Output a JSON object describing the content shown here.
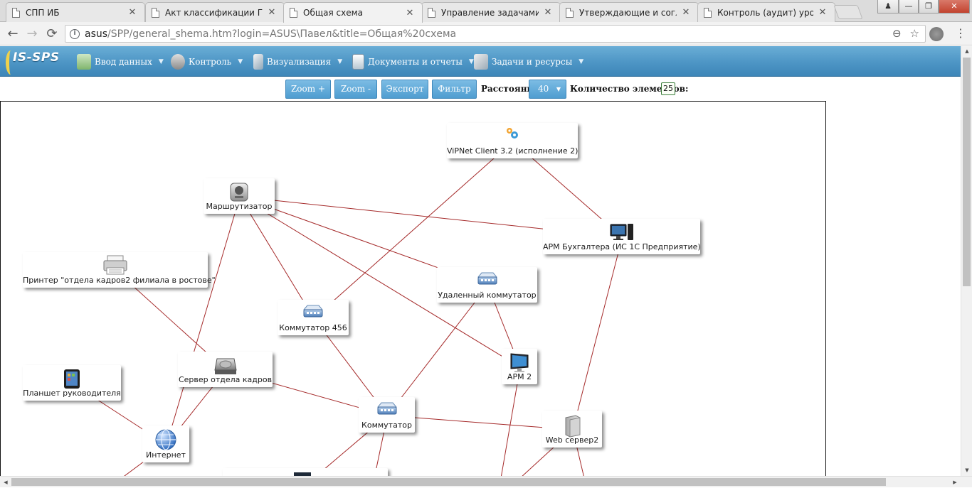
{
  "browser": {
    "tabs": [
      {
        "label": "СПП ИБ",
        "close": "✕"
      },
      {
        "label": "Акт классификации ГИС",
        "close": "✕"
      },
      {
        "label": "Общая схема",
        "close": "✕"
      },
      {
        "label": "Управление задачами",
        "close": "✕"
      },
      {
        "label": "Утверждающие и согла",
        "close": "✕"
      },
      {
        "label": "Контроль (аудит) уровн",
        "close": "✕"
      }
    ],
    "active_tab": 2,
    "url_host": "asus",
    "url_rest": "/SPP/general_shema.htm?login=ASUS\\Павел&title=Общая%20схема",
    "nav": {
      "back": "←",
      "forward": "→",
      "reload": "⟳",
      "info": "i",
      "zoom": "⊖",
      "star": "☆",
      "menu": "⋮"
    },
    "window": {
      "user": "♟",
      "minimize": "—",
      "restore": "❐",
      "close": "✕"
    }
  },
  "app": {
    "logo_text": "IS-SPS",
    "menu": [
      {
        "label": "Ввод данных",
        "icon": "clipboard-icon",
        "caret": "▼"
      },
      {
        "label": "Контроль",
        "icon": "users-icon",
        "caret": "▼"
      },
      {
        "label": "Визуализация",
        "icon": "pen-icon",
        "caret": "▼"
      },
      {
        "label": "Документы и отчеты",
        "icon": "document-icon",
        "caret": "▼"
      },
      {
        "label": "Задачи и ресурсы",
        "icon": "tasks-icon",
        "caret": "▼"
      }
    ]
  },
  "toolbar": {
    "zoom_in": "Zoom +",
    "zoom_out": "Zoom -",
    "export": "Экспорт",
    "filter": "Фильтр",
    "distance_label": "Расстояние:",
    "distance_value": "40",
    "distance_caret": "▼",
    "count_label": "Количество элементов:",
    "count_value": "25"
  },
  "diagram": {
    "nodes": [
      {
        "id": "vipnet",
        "label": "ViPNet Client 3.2 (исполнение 2)",
        "icon": "gears-icon"
      },
      {
        "id": "router",
        "label": "Маршрутизатор",
        "icon": "router-icon"
      },
      {
        "id": "arm_buh",
        "label": "АРМ Бухгалтера (ИС 1С Предприятие)",
        "icon": "computer-icon"
      },
      {
        "id": "printer",
        "label": "Принтер \"отдела кадров2 филиала в ростове\"",
        "icon": "printer-icon"
      },
      {
        "id": "remote_switch",
        "label": "Удаленный коммутатор",
        "icon": "switch-icon"
      },
      {
        "id": "switch456",
        "label": "Коммутатор 456",
        "icon": "switch-icon"
      },
      {
        "id": "arm2",
        "label": "АРМ 2",
        "icon": "monitor-icon"
      },
      {
        "id": "server_hr",
        "label": "Сервер отдела кадров",
        "icon": "server-icon"
      },
      {
        "id": "tablet",
        "label": "Планшет руководителя",
        "icon": "tablet-icon"
      },
      {
        "id": "switch",
        "label": "Коммутатор",
        "icon": "switch-icon"
      },
      {
        "id": "web2",
        "label": "Web сервер2",
        "icon": "tower-icon"
      },
      {
        "id": "internet",
        "label": "Интернет",
        "icon": "globe-icon"
      }
    ],
    "links": [
      [
        "vipnet",
        "switch456"
      ],
      [
        "vipnet",
        "arm_buh"
      ],
      [
        "router",
        "arm_buh"
      ],
      [
        "router",
        "remote_switch"
      ],
      [
        "router",
        "switch456"
      ],
      [
        "router",
        "arm2"
      ],
      [
        "router",
        "internet"
      ],
      [
        "printer",
        "server_hr"
      ],
      [
        "remote_switch",
        "switch"
      ],
      [
        "remote_switch",
        "arm2"
      ],
      [
        "switch456",
        "switch"
      ],
      [
        "arm_buh",
        "web2"
      ],
      [
        "server_hr",
        "switch"
      ],
      [
        "server_hr",
        "internet"
      ],
      [
        "tablet",
        "internet"
      ],
      [
        "switch",
        "web2"
      ]
    ],
    "link_color": "#a52a2a"
  }
}
